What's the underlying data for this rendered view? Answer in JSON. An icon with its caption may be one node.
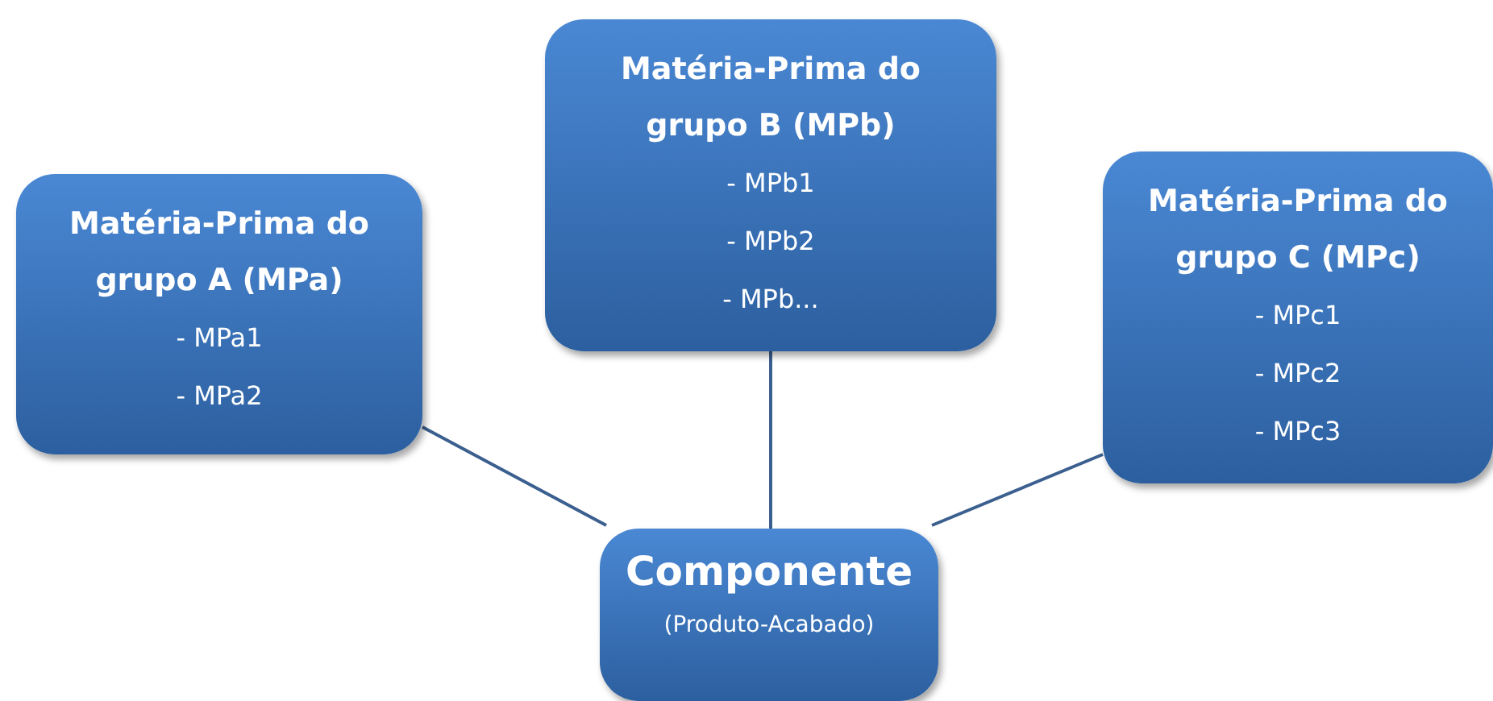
{
  "diagram": {
    "nodes": [
      {
        "text": [
          "Matéria-Prima do grupo A (MPa)",
          "- MPa1",
          "- MPa2"
        ]
      },
      {
        "text": [
          "Matéria-Prima do grupo B (MPb)",
          "- MPb1",
          "- MPb2",
          "- MPb..."
        ]
      },
      {
        "text": [
          "Matéria-Prima do grupo C (MPc)",
          "- MPc1",
          "- MPc2",
          "- MPc3"
        ]
      },
      {
        "text": [
          "Componente",
          "(Produto-Acabado)"
        ]
      }
    ],
    "edges": [
      {
        "from": 0,
        "to": 3,
        "arrow": "none"
      },
      {
        "from": 1,
        "to": 3,
        "arrow": "none"
      },
      {
        "from": 2,
        "to": 3,
        "arrow": "none"
      }
    ]
  }
}
